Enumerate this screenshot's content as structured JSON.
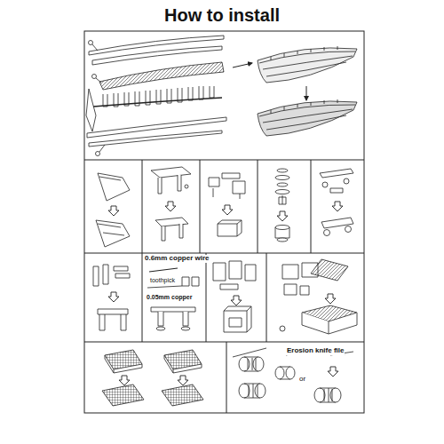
{
  "diagram": {
    "title": "How to install",
    "labels": [
      "0.6mm copper wire",
      "toothpick",
      "0.05mm copper",
      "Erosion knife file",
      "or"
    ]
  }
}
